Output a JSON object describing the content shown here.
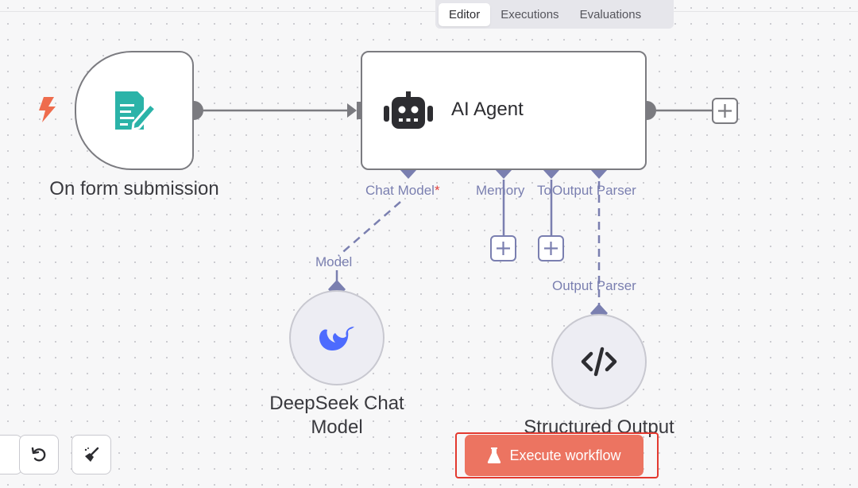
{
  "tabs": {
    "editor": "Editor",
    "executions": "Executions",
    "evaluations": "Evaluations"
  },
  "nodes": {
    "trigger": {
      "label": "On form submission",
      "icon": "form-icon"
    },
    "agent": {
      "title": "AI Agent",
      "icon": "robot-icon"
    },
    "deepseek": {
      "label_line1": "DeepSeek Chat",
      "label_line2": "Model",
      "icon": "deepseek-whale-icon"
    },
    "structured": {
      "label": "Structured Output",
      "icon": "code-icon"
    }
  },
  "ports": {
    "chat_model": "Chat Model",
    "required_marker": "*",
    "memory": "Memory",
    "tool": "To",
    "output_parser": "Output Parser",
    "model": "Model",
    "output_parser_input": "Output Parser"
  },
  "toolbar": {
    "execute_label": "Execute workflow",
    "undo_icon": "undo-icon",
    "tidy_icon": "broom-icon"
  },
  "colors": {
    "accent": "#ec7461",
    "port": "#7a7fb0",
    "trigger_icon": "#2bb3a8",
    "lightning": "#ee6c4d"
  }
}
